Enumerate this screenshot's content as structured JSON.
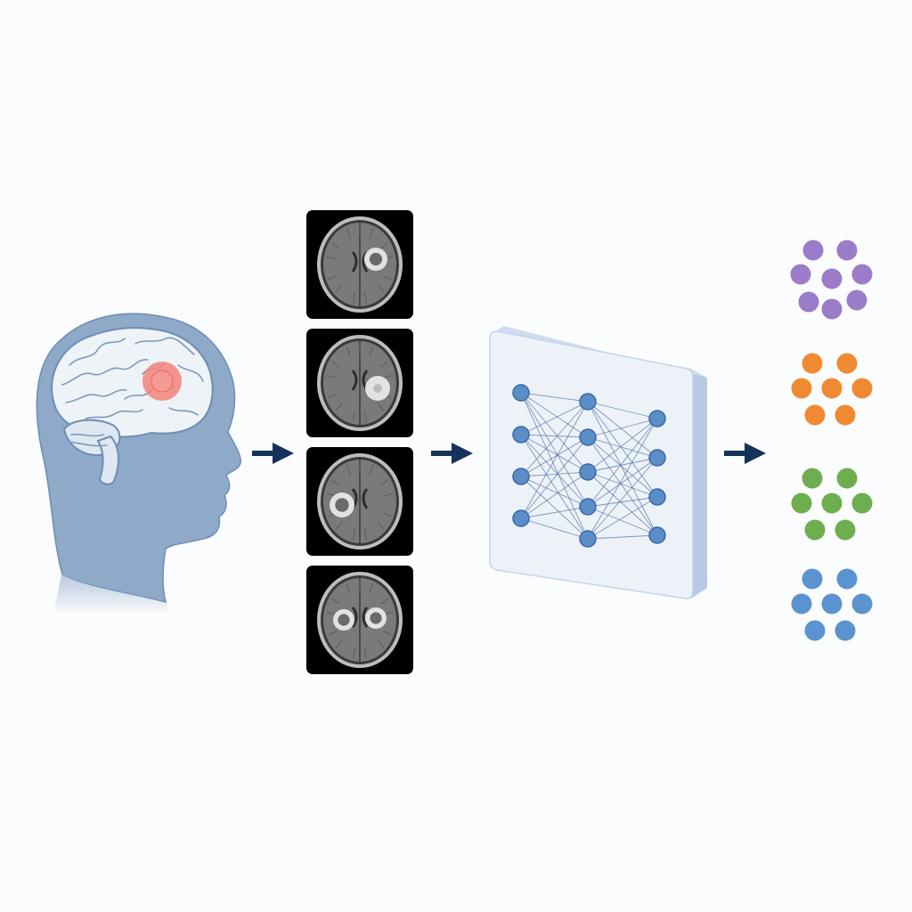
{
  "colors": {
    "background": "#fbfcfd",
    "head_fill": "#8fa9c9",
    "head_stroke": "#5e7ea7",
    "brain_fill": "#eef3f8",
    "brain_stroke": "#6e8db3",
    "tumor": "#f2837a",
    "arrow": "#14325a",
    "scan_frame": "#000000",
    "scan_tissue": "#7a7a7a",
    "lesion": "#e8e8e8",
    "panel_face": "#edf2f9",
    "panel_edge": "#b6cae4",
    "node_fill": "#5b8dc6",
    "node_stroke": "#3a6aa5",
    "edge": "#4a6f9e"
  },
  "figure": {
    "steps": [
      {
        "id": "patient",
        "icon": "human-head-profile-with-brain-tumor-icon"
      },
      {
        "id": "mri",
        "icon": "axial-brain-mri-slices-icon",
        "slices": 4
      },
      {
        "id": "model",
        "icon": "neural-network-panel-icon",
        "layers": [
          4,
          5,
          4
        ]
      },
      {
        "id": "output",
        "icon": "molecular-subtype-clusters-icon"
      }
    ],
    "arrows": 3,
    "clusters": [
      {
        "name": "cluster-purple",
        "color": "#9b7cc8",
        "dots": 8
      },
      {
        "name": "cluster-orange",
        "color": "#ef8a32",
        "dots": 7
      },
      {
        "name": "cluster-green",
        "color": "#6fae4f",
        "dots": 7
      },
      {
        "name": "cluster-blue",
        "color": "#5b93d0",
        "dots": 7
      }
    ]
  }
}
